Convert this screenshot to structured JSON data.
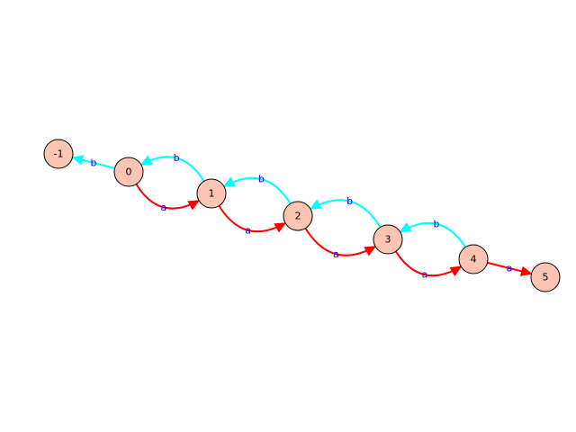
{
  "graph": {
    "type": "directed-graph",
    "node_fill": "#fcc5b3",
    "node_stroke": "#000000",
    "label_color": "#0000ff",
    "edge_colors": {
      "a": "#ff0000",
      "b": "#00ffff"
    },
    "nodes": [
      {
        "id": "-1",
        "label": "-1"
      },
      {
        "id": "0",
        "label": "0"
      },
      {
        "id": "1",
        "label": "1"
      },
      {
        "id": "2",
        "label": "2"
      },
      {
        "id": "3",
        "label": "3"
      },
      {
        "id": "4",
        "label": "4"
      },
      {
        "id": "5",
        "label": "5"
      }
    ],
    "edges": [
      {
        "from": "0",
        "to": "-1",
        "label": "b",
        "style": "straight"
      },
      {
        "from": "0",
        "to": "1",
        "label": "a",
        "style": "curve-below"
      },
      {
        "from": "1",
        "to": "0",
        "label": "b",
        "style": "curve-above"
      },
      {
        "from": "1",
        "to": "2",
        "label": "a",
        "style": "curve-below"
      },
      {
        "from": "2",
        "to": "1",
        "label": "b",
        "style": "curve-above"
      },
      {
        "from": "2",
        "to": "3",
        "label": "a",
        "style": "curve-below"
      },
      {
        "from": "3",
        "to": "2",
        "label": "b",
        "style": "curve-above"
      },
      {
        "from": "3",
        "to": "4",
        "label": "a",
        "style": "curve-below"
      },
      {
        "from": "4",
        "to": "3",
        "label": "b",
        "style": "curve-above"
      },
      {
        "from": "4",
        "to": "5",
        "label": "a",
        "style": "straight"
      }
    ]
  }
}
